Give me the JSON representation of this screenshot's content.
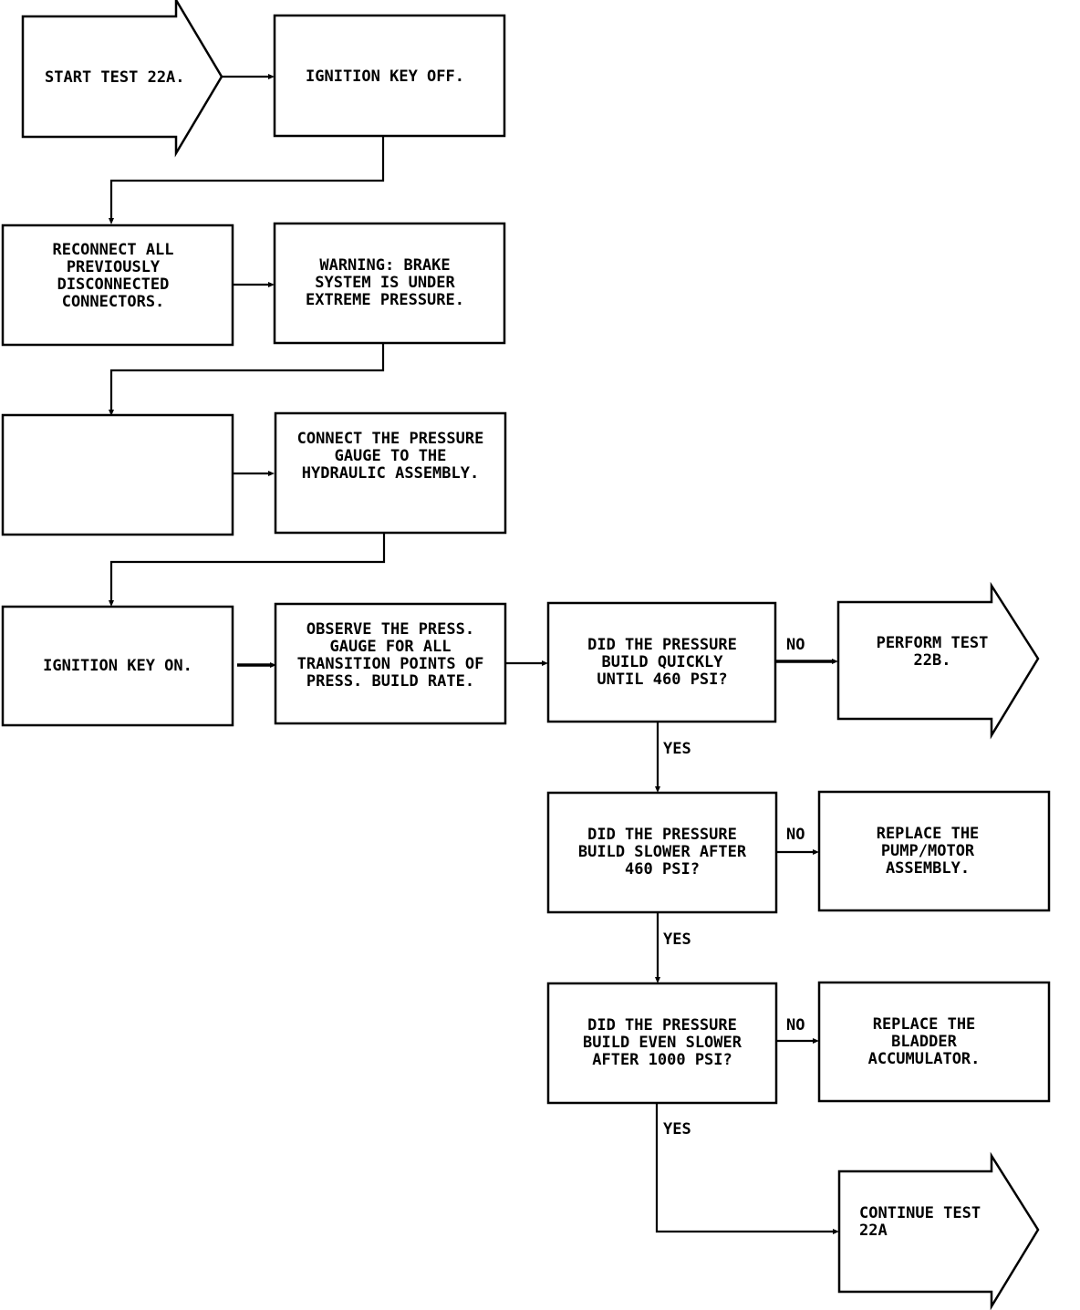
{
  "nodes": {
    "start": [
      "START TEST 22A."
    ],
    "ignition_off": [
      "IGNITION KEY OFF."
    ],
    "reconnect": [
      "RECONNECT ALL",
      "PREVIOUSLY",
      "DISCONNECTED",
      "CONNECTORS."
    ],
    "warning": [
      "WARNING:  BRAKE",
      "SYSTEM IS UNDER",
      "EXTREME PRESSURE."
    ],
    "blank": [],
    "connect_gauge": [
      "CONNECT THE PRESSURE",
      "GAUGE TO THE",
      "HYDRAULIC ASSEMBLY."
    ],
    "ignition_on": [
      "IGNITION KEY ON."
    ],
    "observe": [
      "OBSERVE THE PRESS.",
      "GAUGE FOR ALL",
      "TRANSITION POINTS OF",
      "PRESS. BUILD RATE."
    ],
    "decision1": [
      "DID THE PRESSURE",
      "BUILD QUICKLY",
      "UNTIL 460 PSI?"
    ],
    "perform_22b": [
      "PERFORM TEST",
      "22B."
    ],
    "decision2": [
      "DID THE PRESSURE",
      "BUILD SLOWER AFTER",
      "460 PSI?"
    ],
    "replace_pump": [
      "REPLACE THE",
      "PUMP/MOTOR",
      "ASSEMBLY."
    ],
    "decision3": [
      "DID THE PRESSURE",
      "BUILD EVEN SLOWER",
      "AFTER 1000 PSI?"
    ],
    "replace_bladder": [
      "REPLACE THE",
      "BLADDER",
      "ACCUMULATOR."
    ],
    "continue_22a": [
      "CONTINUE TEST",
      "22A"
    ]
  },
  "edge_labels": {
    "no1": "NO",
    "yes1": "YES",
    "no2": "NO",
    "yes2": "YES",
    "no3": "NO",
    "yes3": "YES"
  }
}
